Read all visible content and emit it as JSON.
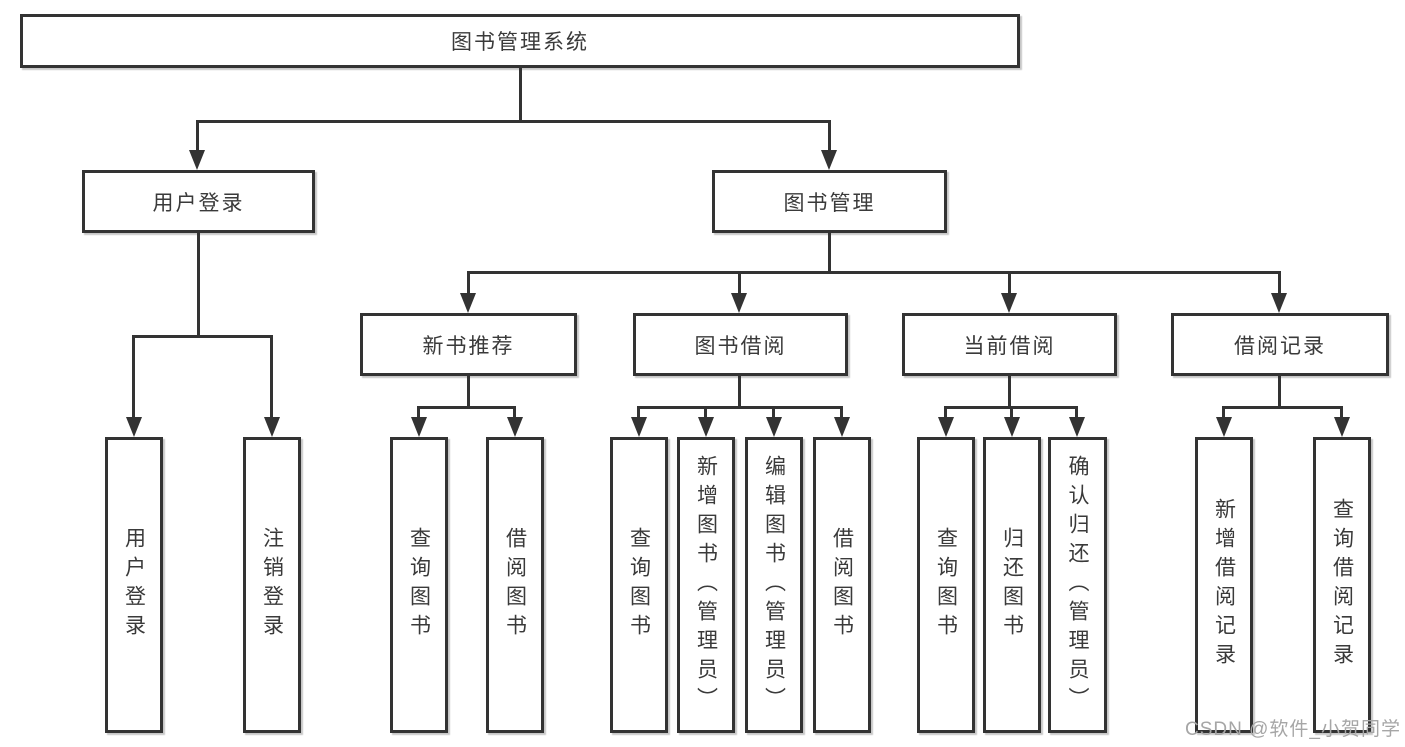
{
  "diagram_title": "图书管理系统",
  "tree": {
    "label": "图书管理系统",
    "children": [
      {
        "label": "用户登录",
        "children": [
          {
            "label": "用户登录"
          },
          {
            "label": "注销登录"
          }
        ]
      },
      {
        "label": "图书管理",
        "children": [
          {
            "label": "新书推荐",
            "children": [
              {
                "label": "查询图书"
              },
              {
                "label": "借阅图书"
              }
            ]
          },
          {
            "label": "图书借阅",
            "children": [
              {
                "label": "查询图书"
              },
              {
                "label": "新增图书（管理员）"
              },
              {
                "label": "编辑图书（管理员）"
              },
              {
                "label": "借阅图书"
              }
            ]
          },
          {
            "label": "当前借阅",
            "children": [
              {
                "label": "查询图书"
              },
              {
                "label": "归还图书"
              },
              {
                "label": "确认归还（管理员）"
              }
            ]
          },
          {
            "label": "借阅记录",
            "children": [
              {
                "label": "新增借阅记录"
              },
              {
                "label": "查询借阅记录"
              }
            ]
          }
        ]
      }
    ]
  },
  "watermark": {
    "text": "CSDN @软件_小贺同学"
  },
  "colors": {
    "line": "#333333",
    "text": "#3a3a3a",
    "background": "#ffffff",
    "watermark": "#a6a6a6"
  }
}
